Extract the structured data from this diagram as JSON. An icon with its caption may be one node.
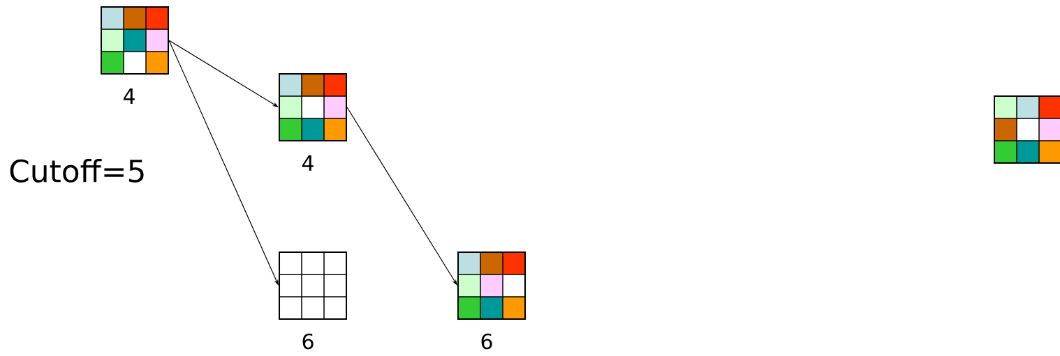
{
  "diagram": {
    "nodes": [
      {
        "text": [],
        "shape": "box",
        "beside": [
          "4"
        ]
      },
      {
        "text": [],
        "shape": "box",
        "beside": [
          "4"
        ]
      },
      {
        "text": [],
        "shape": "box",
        "beside": [
          "6"
        ]
      },
      {
        "text": [],
        "shape": "box",
        "beside": [
          "6"
        ]
      },
      {
        "text": [],
        "shape": "box"
      }
    ],
    "edges": [
      {
        "from": 0,
        "to": 1,
        "arrow": "to"
      },
      {
        "from": 0,
        "to": 2,
        "arrow": "to"
      },
      {
        "from": 1,
        "to": 3,
        "arrow": "to"
      }
    ],
    "labels": [
      "Cutoff=5"
    ]
  }
}
